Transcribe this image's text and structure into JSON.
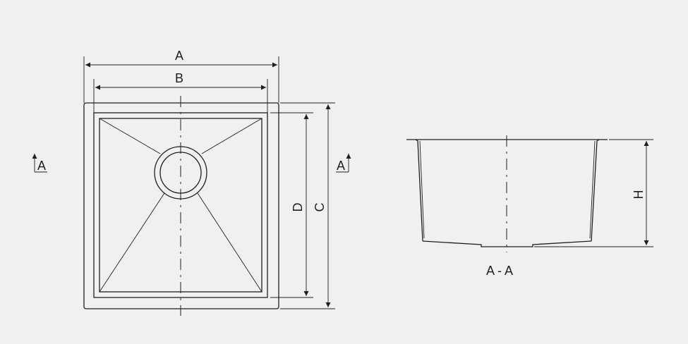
{
  "labels": {
    "dim_a": "A",
    "dim_b": "B",
    "dim_c": "C",
    "dim_d": "D",
    "dim_h": "H",
    "section_marker": "A",
    "section_title": "A - A"
  },
  "colors": {
    "background": "#f0f0f0",
    "line": "#1f1f1f"
  }
}
